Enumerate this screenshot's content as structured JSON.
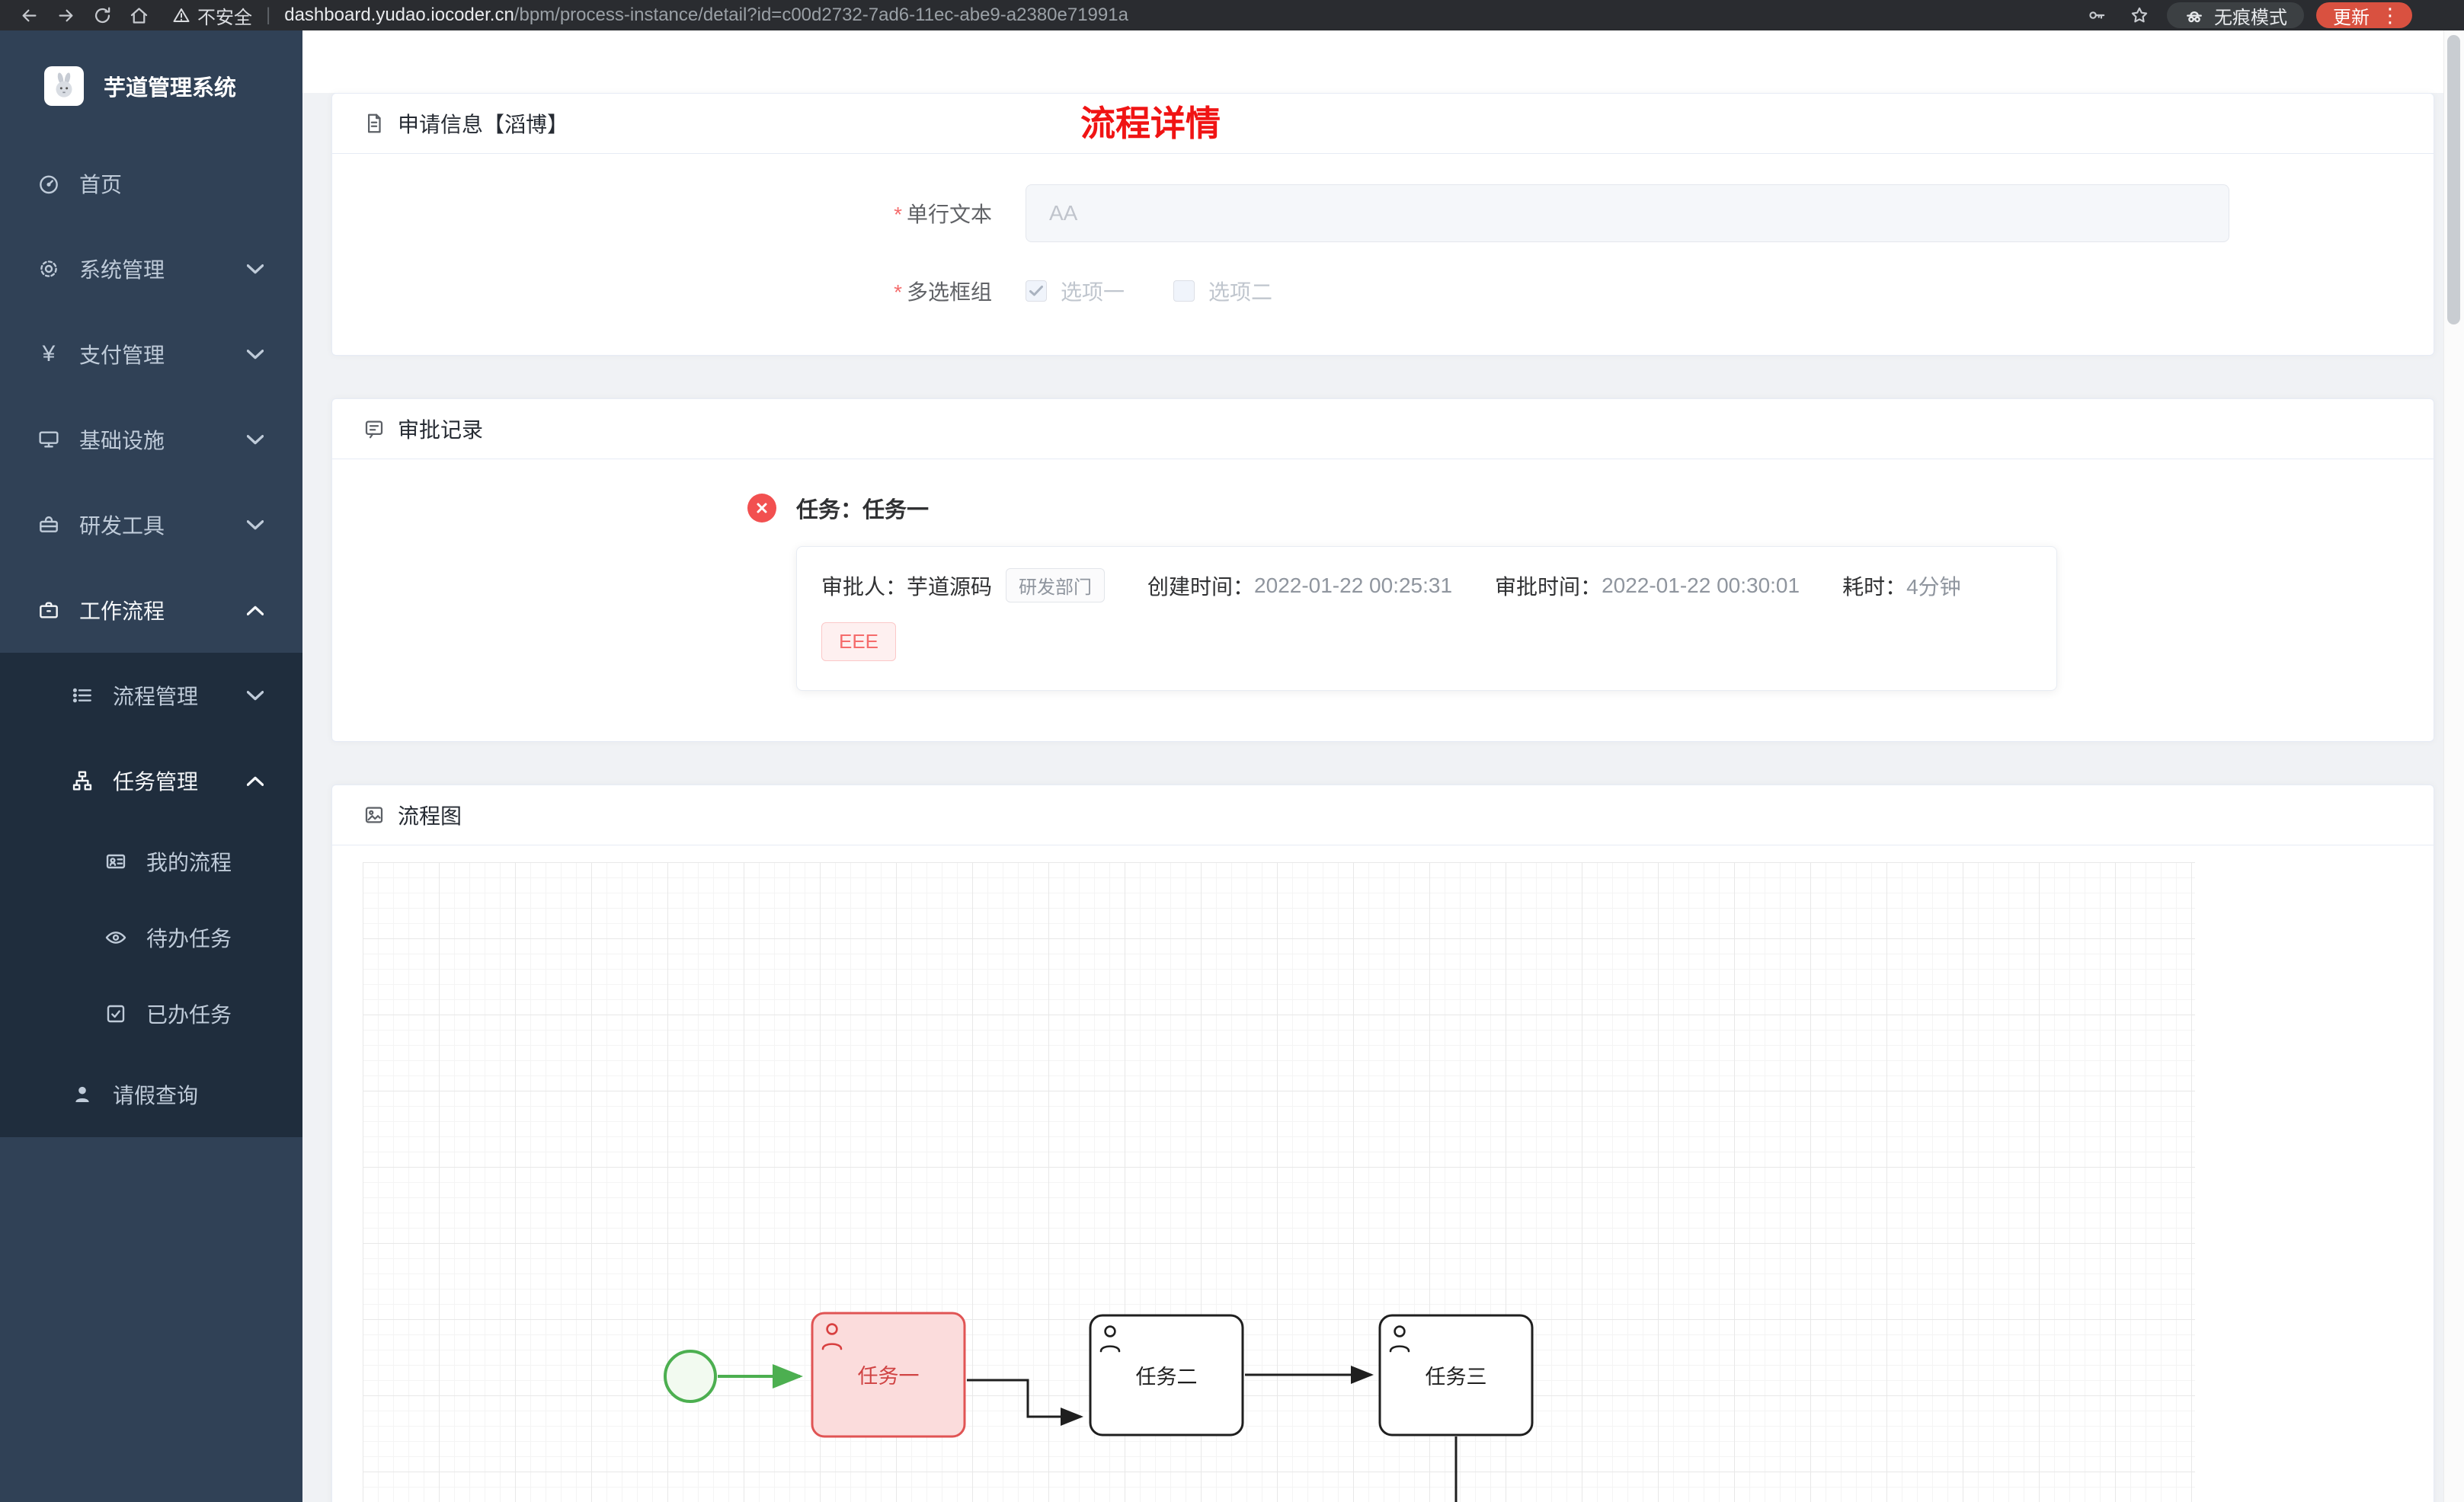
{
  "colors": {
    "page_title": "#f01414",
    "sidebar_bg": "#304156",
    "submenu_bg": "#1f2d3d",
    "danger": "#f56c6c",
    "success_green": "#4caf50",
    "update_button": "#d95140"
  },
  "browser": {
    "security_label": "不安全",
    "url_domain": "dashboard.yudao.iocoder.cn",
    "url_path": "/bpm/process-instance/detail?id=c00d2732-7ad6-11ec-abe9-a2380e71991a",
    "incognito_label": "无痕模式",
    "update_label": "更新"
  },
  "sidebar": {
    "app_title": "芋道管理系统",
    "items": [
      {
        "label": "首页"
      },
      {
        "label": "系统管理"
      },
      {
        "label": "支付管理"
      },
      {
        "label": "基础设施"
      },
      {
        "label": "研发工具"
      },
      {
        "label": "工作流程"
      },
      {
        "label": "流程管理"
      },
      {
        "label": "任务管理"
      },
      {
        "label": "我的流程"
      },
      {
        "label": "待办任务"
      },
      {
        "label": "已办任务"
      },
      {
        "label": "请假查询"
      }
    ]
  },
  "page": {
    "title": "流程详情"
  },
  "cards": {
    "apply": {
      "header": "申请信息【滔博】",
      "text_field": {
        "label": "单行文本",
        "value": "AA"
      },
      "checkbox_field": {
        "label": "多选框组",
        "options": [
          {
            "label": "选项一",
            "checked": true
          },
          {
            "label": "选项二",
            "checked": false
          }
        ]
      }
    },
    "approval": {
      "header": "审批记录",
      "task_title": "任务：任务一",
      "approver_label": "审批人：",
      "approver_name": "芋道源码",
      "dept_tag": "研发部门",
      "create_label": "创建时间：",
      "create_value": "2022-01-22 00:25:31",
      "approve_label": "审批时间：",
      "approve_value": "2022-01-22 00:30:01",
      "duration_label": "耗时：",
      "duration_value": "4分钟",
      "result_tag": "EEE"
    },
    "diagram": {
      "header": "流程图",
      "tasks": [
        "任务一",
        "任务二",
        "任务三"
      ]
    }
  }
}
